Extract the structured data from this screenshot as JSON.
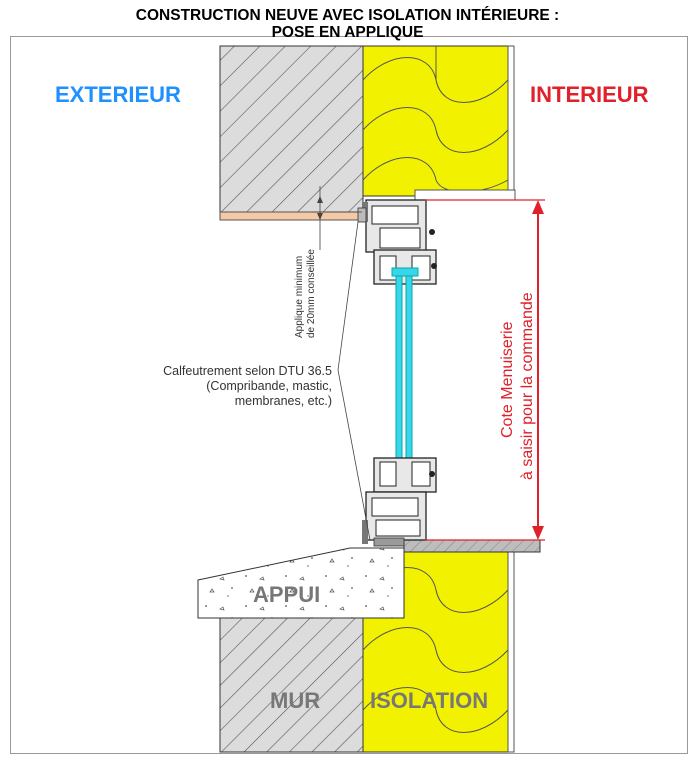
{
  "title": {
    "line1": "CONSTRUCTION NEUVE AVEC ISOLATION INTÉRIEURE :",
    "line2": "POSE EN APPLIQUE"
  },
  "labels": {
    "exterieur": "EXTERIEUR",
    "interieur": "INTERIEUR",
    "appui": "APPUI",
    "mur": "MUR",
    "isolation": "ISOLATION"
  },
  "annotations": {
    "applique_line1": "Applique minimum",
    "applique_line2": "de 20mm conseillée",
    "calfeutrement_line1": "Calfeutrement selon DTU 36.5",
    "calfeutrement_line2": "(Compribande, mastic,",
    "calfeutrement_line3": "membranes, etc.)",
    "cote_line1": "Cote Menuiserie",
    "cote_line2": "à saisir pour la commande"
  },
  "colors": {
    "exterieur": "#1e90ff",
    "interieur": "#e0202a",
    "insulation": "#f2f200",
    "wall_hatch": "#d6d6d6",
    "lintel_wood": "#f4c9a8",
    "glass": "#38d6e8",
    "dimension": "#e0202a"
  }
}
